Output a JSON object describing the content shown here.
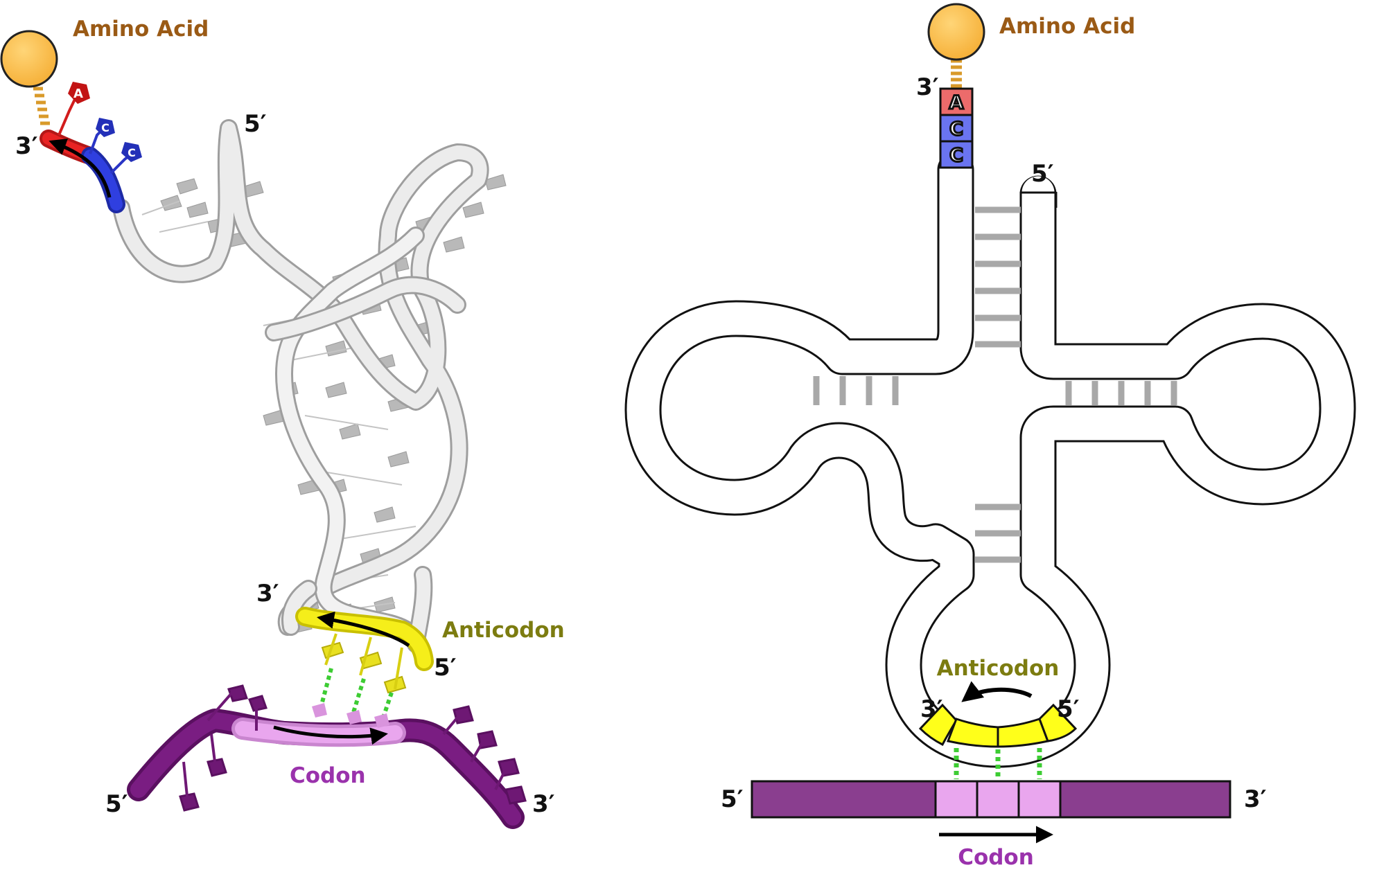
{
  "colors": {
    "amino_acid": "#fdbc4b",
    "adenine": "#ec6b6b",
    "cytosine": "#6a74f0",
    "anticodon": "#ffff1a",
    "codon": "#e9a6ee",
    "mrna": "#8a3e8f",
    "hbond": "#3dcc33",
    "stem_pair": "#a8a8a8",
    "label_amino": "#9a5a15",
    "label_anticodon": "#7c7c10",
    "label_codon": "#9a32ac"
  },
  "left_model": {
    "amino_acid_label": "Amino Acid",
    "end_3_top": "3′",
    "end_5_top": "5′",
    "base_a": "A",
    "base_c1": "C",
    "base_c2": "C",
    "anticodon_label": "Anticodon",
    "anticodon_3": "3′",
    "anticodon_5": "5′",
    "codon_label": "Codon",
    "mrna_5": "5′",
    "mrna_3": "3′"
  },
  "right_diagram": {
    "amino_acid_label": "Amino Acid",
    "end_3": "3′",
    "end_5": "5′",
    "bases": [
      "A",
      "C",
      "C"
    ],
    "anticodon_label": "Anticodon",
    "anticodon_3": "3′",
    "anticodon_5": "5′",
    "mrna_5": "5′",
    "mrna_3": "3′",
    "codon_label": "Codon"
  }
}
